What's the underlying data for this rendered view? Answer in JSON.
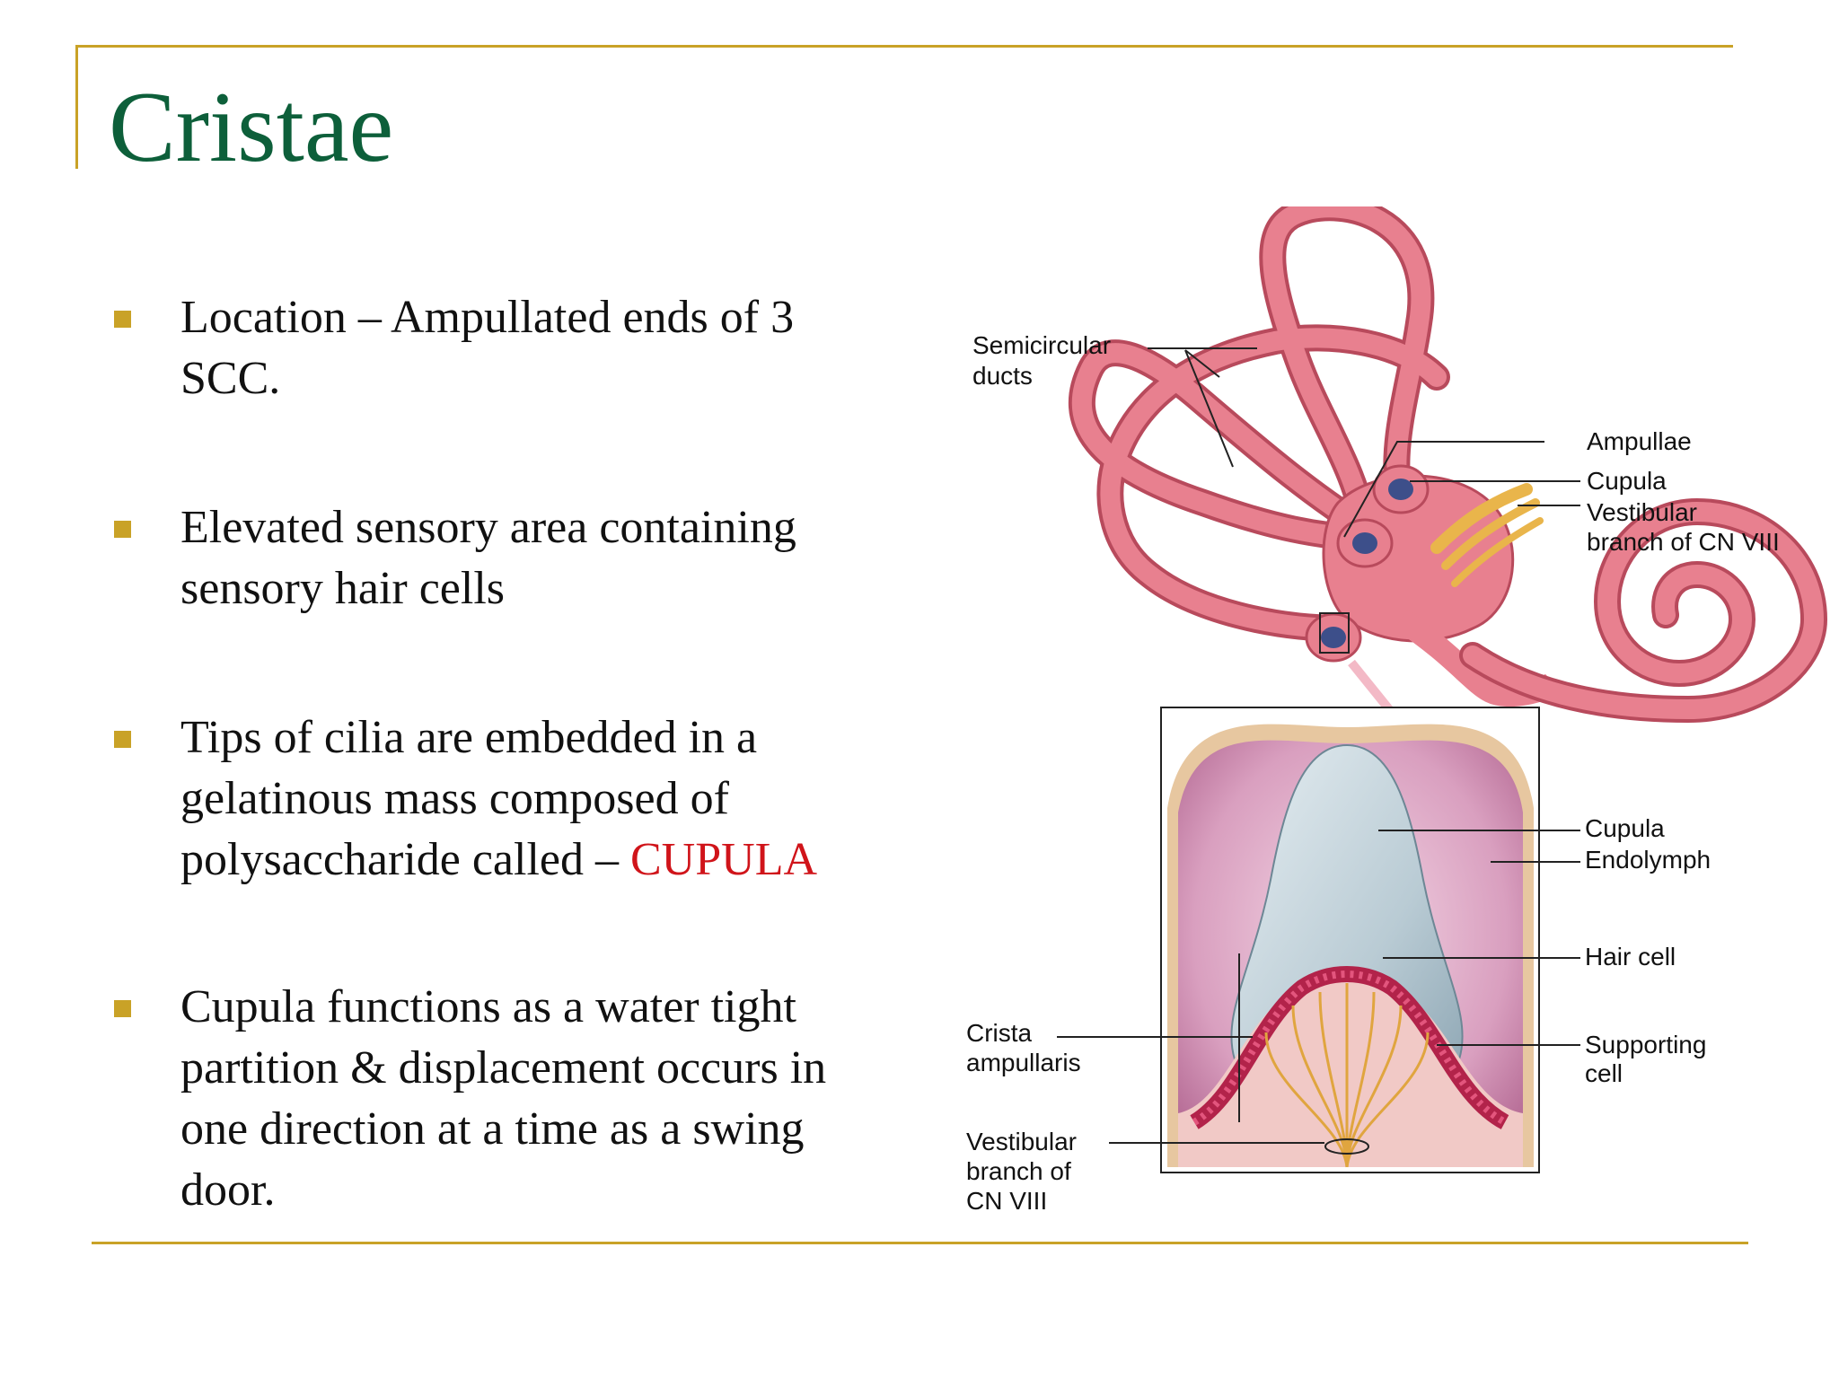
{
  "slide": {
    "title": "Cristae",
    "colors": {
      "title": "#0d5f3a",
      "rule": "#c9a227",
      "bullet_marker": "#c9a227",
      "highlight": "#d0141a",
      "duct_pink": "#e8808f",
      "duct_outline": "#b84a5c",
      "cupula_blue": "#c3d2da",
      "nerve_yellow": "#e9b54b"
    },
    "bullets": [
      {
        "text": "Location – Ampullated ends of 3 SCC."
      },
      {
        "text": "Elevated sensory area containing sensory hair cells"
      },
      {
        "text": "Tips of cilia are embedded in a gelatinous mass composed of polysaccharide called – ",
        "highlight": "CUPULA"
      },
      {
        "text": "Cupula functions as a water tight partition & displacement occurs in one direction at a time as a swing door."
      }
    ]
  },
  "figure": {
    "labels": {
      "semicircular_ducts_1": "Semicircular",
      "semicircular_ducts_2": "ducts",
      "ampullae": "Ampullae",
      "cupula_top": "Cupula",
      "vestibular_branch_1": "Vestibular",
      "vestibular_branch_2": "branch of CN VIII",
      "cupula": "Cupula",
      "endolymph": "Endolymph",
      "hair_cell": "Hair cell",
      "supporting_1": "Supporting",
      "supporting_2": "cell",
      "crista_1": "Crista",
      "crista_2": "ampullaris",
      "vb_bottom_1": "Vestibular",
      "vb_bottom_2": "branch of",
      "vb_bottom_3": "CN VIII"
    }
  }
}
